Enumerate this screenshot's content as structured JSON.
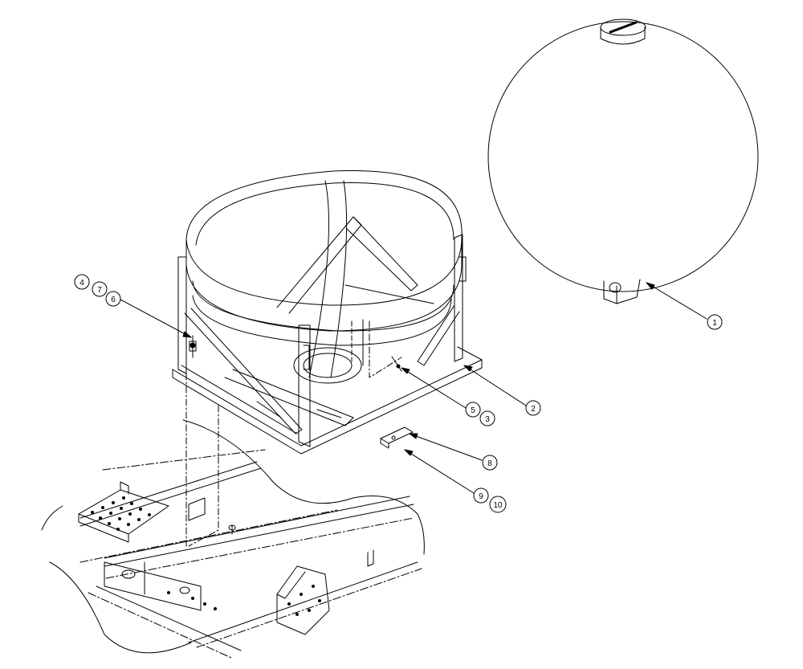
{
  "colors": {
    "ink": "#000000",
    "paper": "#ffffff"
  },
  "callouts": [
    {
      "id": "1",
      "label": "1"
    },
    {
      "id": "2",
      "label": "2"
    },
    {
      "id": "3",
      "label": "3"
    },
    {
      "id": "4",
      "label": "4"
    },
    {
      "id": "5",
      "label": "5"
    },
    {
      "id": "6",
      "label": "6"
    },
    {
      "id": "7",
      "label": "7"
    },
    {
      "id": "8",
      "label": "8"
    },
    {
      "id": "9",
      "label": "9"
    },
    {
      "id": "10",
      "label": "10"
    }
  ]
}
